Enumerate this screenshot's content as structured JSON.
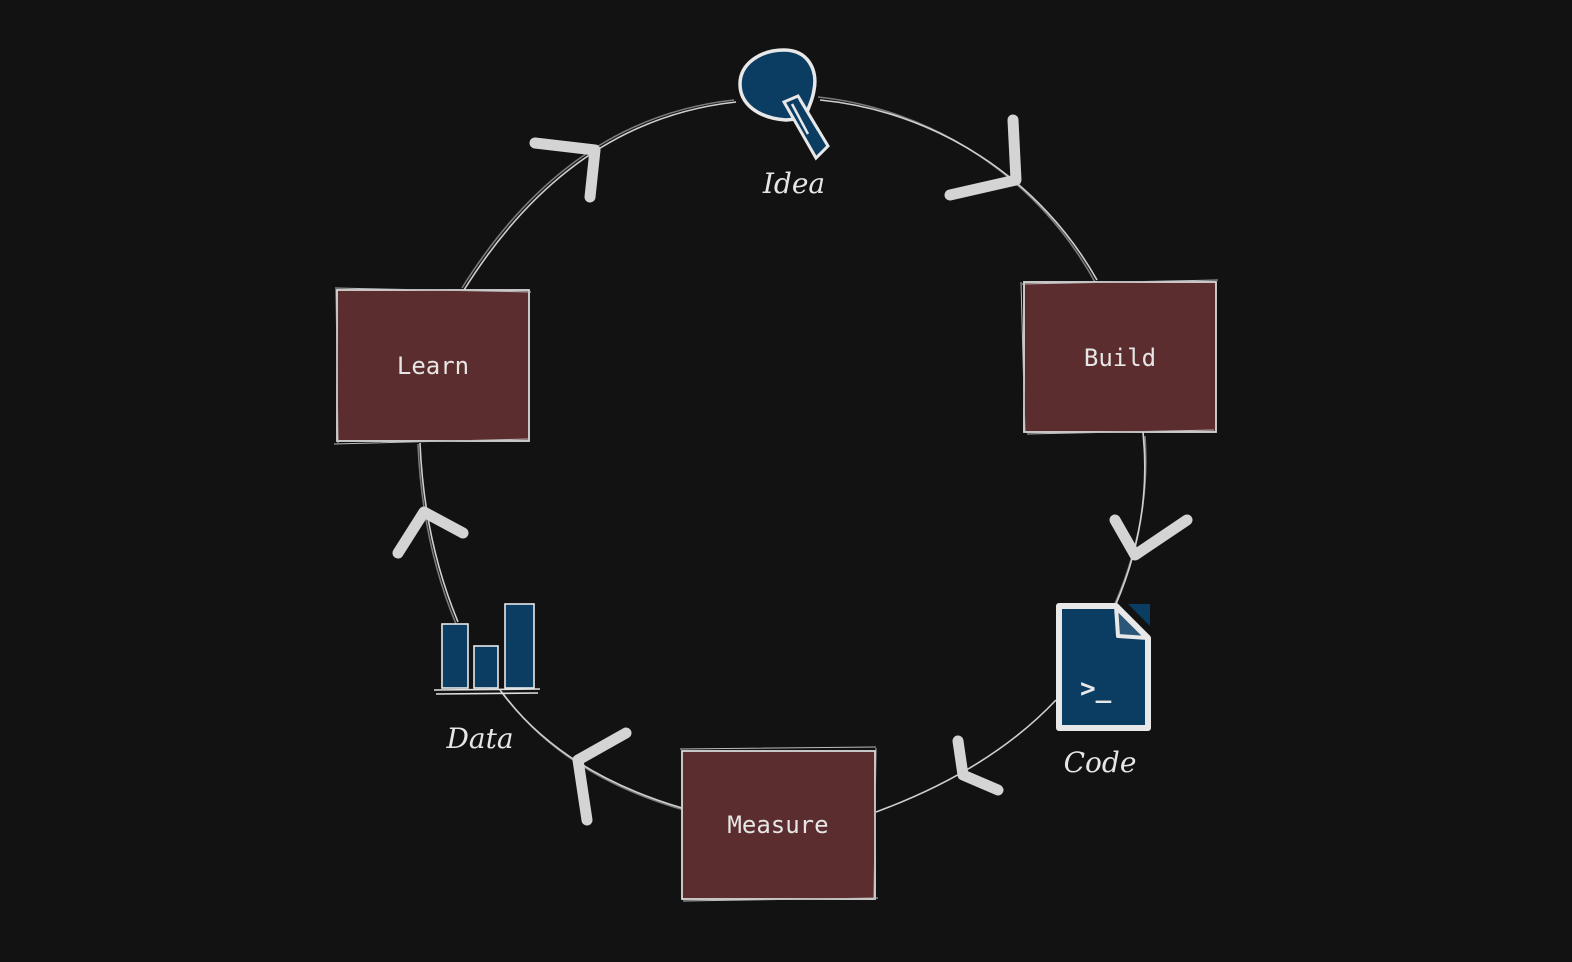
{
  "colors": {
    "background": "#121212",
    "box_fill": "#5c2d2e",
    "icon_fill": "#0b3d63",
    "stroke": "#d8d8d8"
  },
  "stages": {
    "build": "Build",
    "measure": "Measure",
    "learn": "Learn"
  },
  "artifacts": {
    "idea": {
      "label": "Idea",
      "icon": "lightbulb-icon"
    },
    "code": {
      "label": "Code",
      "icon": "code-file-icon",
      "glyph": ">_"
    },
    "data": {
      "label": "Data",
      "icon": "bar-chart-icon"
    }
  }
}
